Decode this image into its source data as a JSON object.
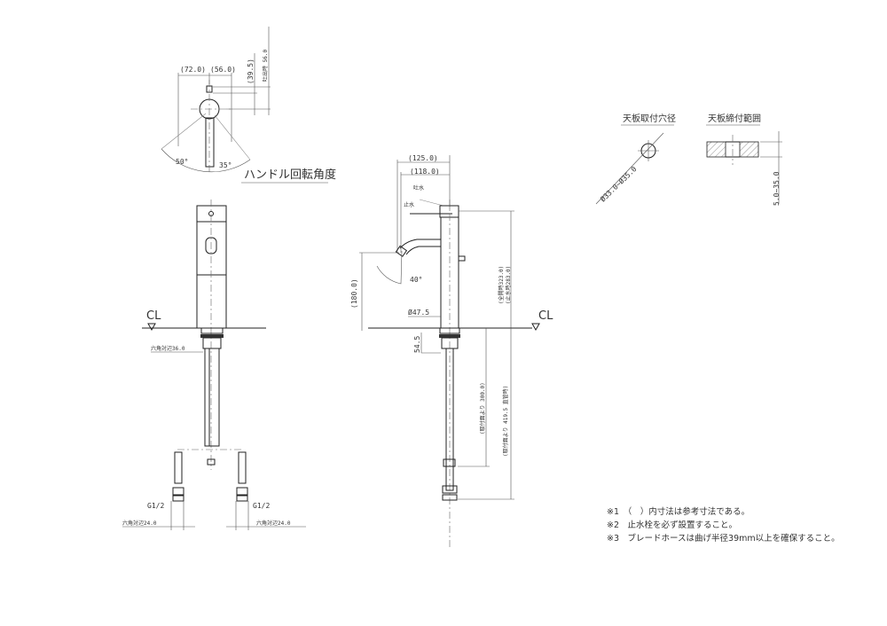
{
  "top_view": {
    "dims": [
      "(72.0)",
      "(56.0)",
      "(39.5)",
      "吐出時 56.0"
    ],
    "angles": [
      "50°",
      "35°"
    ],
    "caption": "ハンドル回転角度"
  },
  "front_view": {
    "cl_label": "CL",
    "hex_top": "六角対辺36.0",
    "g_left": "G1/2",
    "g_right": "G1/2",
    "hex_left": "六角対辺24.0",
    "hex_right": "六角対辺24.0"
  },
  "side_view": {
    "dims": [
      "(125.0)",
      "(118.0)"
    ],
    "spout_label": "吐水",
    "stop_label": "止水",
    "angle": "40°",
    "height_spout": "(180.0)",
    "total_height": "(全開時323.0)",
    "stop_height": "(止水時283.0)",
    "diameter": "Ø47.5",
    "cl_label": "CL",
    "below_counter": "54.5",
    "hose_300": "(取付面より 300.0)",
    "hose_419": "(取付面より 419.5 直管時)"
  },
  "mount_hole": {
    "title": "天板取付穴径",
    "dim": "Ø33.0~Ø35.0"
  },
  "clamp_range": {
    "title": "天板締付範囲",
    "dim": "5.0~35.0"
  },
  "notes": [
    "※1　（　）内寸法は参考寸法である。",
    "※2　止水栓を必ず設置すること。",
    "※3　ブレードホースは曲げ半径39mm以上を確保すること。"
  ]
}
